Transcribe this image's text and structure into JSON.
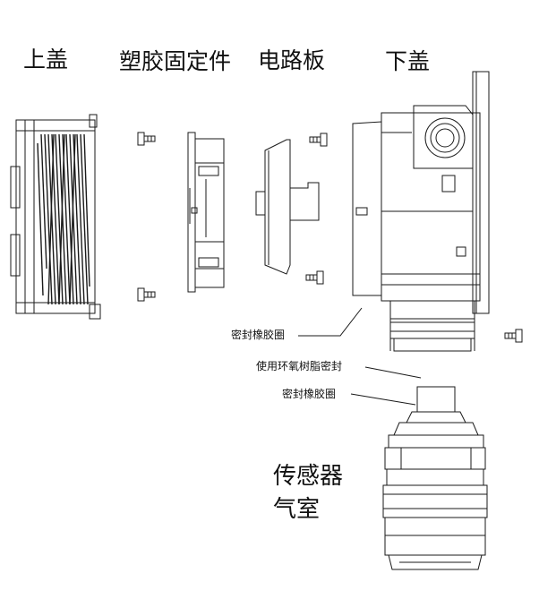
{
  "labels": {
    "upper_cover": "上盖",
    "plastic_fixture": "塑胶固定件",
    "circuit_board": "电路板",
    "lower_cover": "下盖",
    "seal_ring_1": "密封橡胶圈",
    "epoxy_seal": "使用环氧树脂密封",
    "seal_ring_2": "密封橡胶圈",
    "sensor_line1": "传感器",
    "sensor_line2": "气室"
  },
  "colors": {
    "line": "#1a1a1a",
    "background": "#ffffff"
  }
}
